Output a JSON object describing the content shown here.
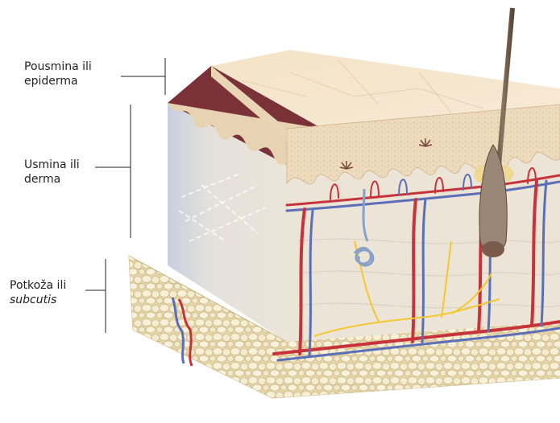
{
  "labels": {
    "epidermis": {
      "line1": "Pousmina ili",
      "line2": "epiderma"
    },
    "dermis": {
      "line1": "Usmina ili",
      "line2": "derma"
    },
    "subcutis": {
      "line1": "Potkoža ili",
      "line2": "subcutis"
    }
  },
  "colors": {
    "epidermis": "#f0dcc0",
    "dermis": "#ece3d6",
    "fat": "#f2e8c8",
    "artery": "#c8323a",
    "vein": "#5a6fb8",
    "nerve": "#f2c832",
    "hair": "#6e5a4a"
  }
}
